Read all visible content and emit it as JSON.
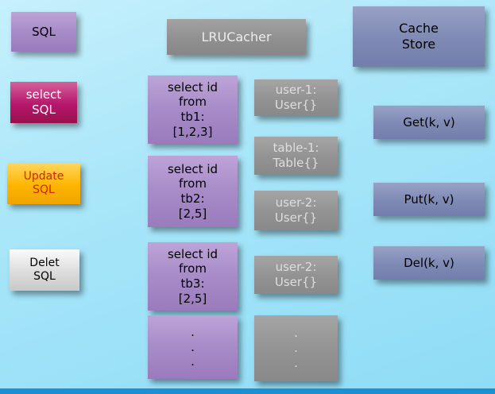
{
  "colors": {
    "background_top": "#c6f0fc",
    "background_bottom": "#8edcf6",
    "footer_blue": "#1e8fd2",
    "purple_box": "#a98dc9",
    "magenta_box": "#b5176b",
    "orange_box": "#feb501",
    "silver_box": "#dcdcdc",
    "gray_box": "#929292",
    "slate_box": "#7e89b4"
  },
  "sql_column": {
    "sql": "SQL",
    "select_sql": "select\nSQL",
    "update_sql": "Update\nSQL",
    "delete_sql": "Delet\nSQL"
  },
  "cacher": {
    "title": "LRUCacher",
    "query1": "select id\nfrom\ntb1:\n[1,2,3]",
    "query2": "select id\nfrom\ntb2:\n[2,5]",
    "query3": "select id\nfrom\ntb3:\n[2,5]",
    "ellipsis": ".\n.\n."
  },
  "results": {
    "item1": "user-1:\nUser{}",
    "item2": "table-1:\nTable{}",
    "item3": "user-2:\nUser{}",
    "item4": "user-2:\nUser{}",
    "ellipsis": ".\n.\n."
  },
  "cache_store": {
    "title": "Cache\nStore",
    "get": "Get(k, v)",
    "put": "Put(k, v)",
    "del": "Del(k, v)"
  }
}
